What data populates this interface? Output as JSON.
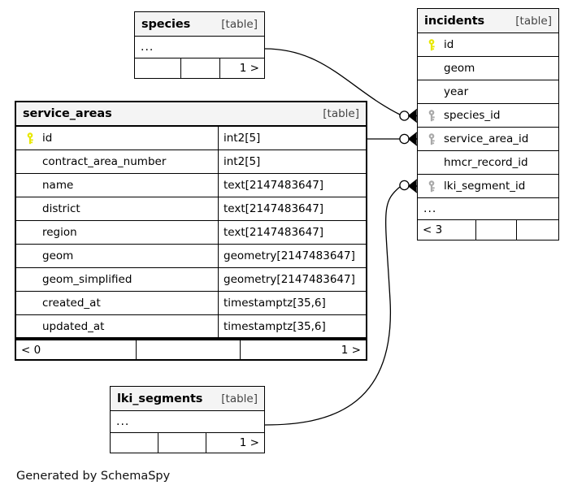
{
  "diagram": {
    "tool": "SchemaSpy",
    "credit": "Generated by SchemaSpy",
    "table_tag": "[table]",
    "ellipsis": "...",
    "colors": {
      "primary_key": "#e8e800",
      "foreign_key": "#a9a9a9",
      "border": "#000000",
      "header_bg": "#f4f4f4",
      "page_bg": "#ffffff"
    }
  },
  "tables": {
    "species": {
      "name": "species",
      "tag": "[table]",
      "collapsed": true,
      "ellipsis": "...",
      "footer": {
        "left": "",
        "middle": "",
        "right": "1 >"
      }
    },
    "incidents": {
      "name": "incidents",
      "tag": "[table]",
      "columns": [
        {
          "name": "id",
          "key": "primary"
        },
        {
          "name": "geom",
          "key": "none"
        },
        {
          "name": "year",
          "key": "none"
        },
        {
          "name": "species_id",
          "key": "foreign"
        },
        {
          "name": "service_area_id",
          "key": "foreign"
        },
        {
          "name": "hmcr_record_id",
          "key": "none"
        },
        {
          "name": "lki_segment_id",
          "key": "foreign"
        }
      ],
      "ellipsis": "...",
      "footer": {
        "left": "< 3",
        "middle": "",
        "right": ""
      }
    },
    "service_areas": {
      "name": "service_areas",
      "tag": "[table]",
      "columns": [
        {
          "name": "id",
          "type": "int2[5]",
          "key": "primary"
        },
        {
          "name": "contract_area_number",
          "type": "int2[5]",
          "key": "none"
        },
        {
          "name": "name",
          "type": "text[2147483647]",
          "key": "none"
        },
        {
          "name": "district",
          "type": "text[2147483647]",
          "key": "none"
        },
        {
          "name": "region",
          "type": "text[2147483647]",
          "key": "none"
        },
        {
          "name": "geom",
          "type": "geometry[2147483647]",
          "key": "none"
        },
        {
          "name": "geom_simplified",
          "type": "geometry[2147483647]",
          "key": "none"
        },
        {
          "name": "created_at",
          "type": "timestamptz[35,6]",
          "key": "none"
        },
        {
          "name": "updated_at",
          "type": "timestamptz[35,6]",
          "key": "none"
        }
      ],
      "footer": {
        "left": "< 0",
        "middle": "",
        "right": "1 >"
      }
    },
    "lki_segments": {
      "name": "lki_segments",
      "tag": "[table]",
      "collapsed": true,
      "ellipsis": "...",
      "footer": {
        "left": "",
        "middle": "",
        "right": "1 >"
      }
    }
  },
  "relationships": [
    {
      "from": "species",
      "to": "incidents.species_id",
      "cardinality": "zero-or-many"
    },
    {
      "from": "service_areas",
      "to": "incidents.service_area_id",
      "cardinality": "zero-or-many"
    },
    {
      "from": "lki_segments",
      "to": "incidents.lki_segment_id",
      "cardinality": "zero-or-many"
    }
  ]
}
